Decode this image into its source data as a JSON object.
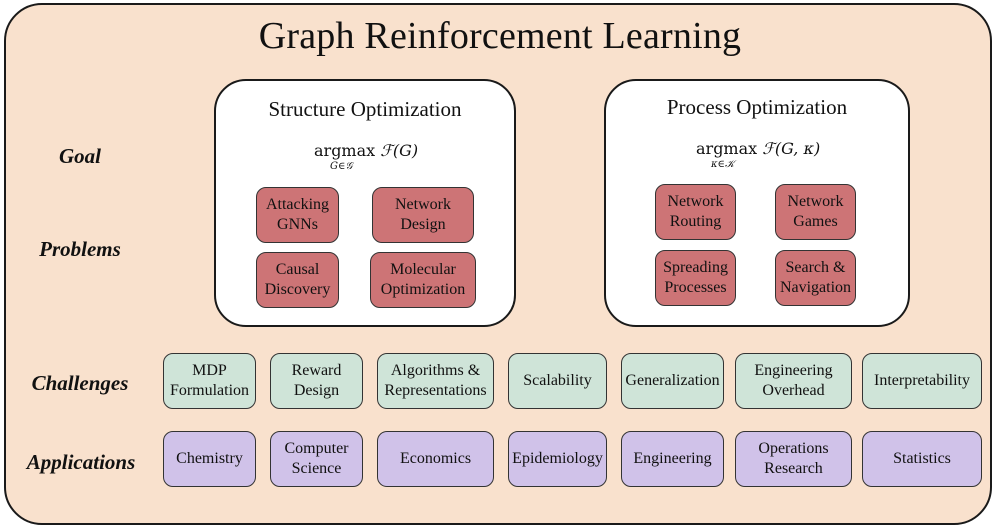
{
  "title": "Graph Reinforcement Learning",
  "row_labels": {
    "goal": "Goal",
    "problems": "Problems",
    "challenges": "Challenges",
    "applications": "Applications"
  },
  "structure": {
    "title": "Structure Optimization",
    "formula_main": "argmax",
    "formula_expr": "ℱ(G)",
    "formula_sub": "G∈𝒢",
    "problems": [
      "Attacking\nGNNs",
      "Network\nDesign",
      "Causal\nDiscovery",
      "Molecular\nOptimization"
    ]
  },
  "process": {
    "title": "Process Optimization",
    "formula_main": "argmax",
    "formula_expr": "ℱ(G, κ)",
    "formula_sub": "κ∈𝒦",
    "problems": [
      "Network\nRouting",
      "Network\nGames",
      "Spreading\nProcesses",
      "Search &\nNavigation"
    ]
  },
  "challenges": [
    "MDP\nFormulation",
    "Reward\nDesign",
    "Algorithms &\nRepresentations",
    "Scalability",
    "Generalization",
    "Engineering\nOverhead",
    "Interpretability"
  ],
  "applications": [
    "Chemistry",
    "Computer\nScience",
    "Economics",
    "Epidemiology",
    "Engineering",
    "Operations\nResearch",
    "Statistics"
  ],
  "colors": {
    "background": "#f9e1cd",
    "problem_box": "#cd7476",
    "challenge_box": "#cfe4d8",
    "application_box": "#d0c2e9"
  }
}
